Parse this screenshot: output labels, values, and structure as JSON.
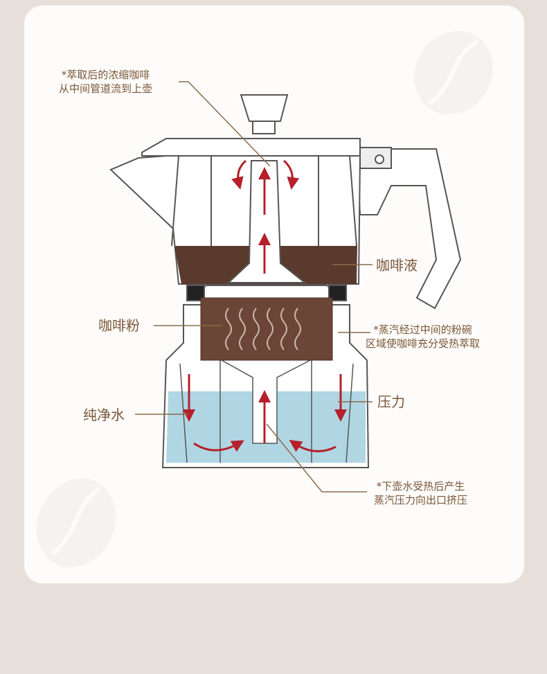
{
  "labels": {
    "top_note_line1": "*萃取后的浓缩咖啡",
    "top_note_line2": "从中间管道流到上壶",
    "coffee_liquid": "咖啡液",
    "coffee_grounds": "咖啡粉",
    "steam_note_line1": "*蒸汽经过中间的粉碗",
    "steam_note_line2": "区域使咖啡充分受热萃取",
    "pure_water": "纯净水",
    "pressure": "压力",
    "bottom_note_line1": "*下壶水受热后产生",
    "bottom_note_line2": "蒸汽压力向出口挤压"
  },
  "colors": {
    "text": "#7b5636",
    "arrow": "#b5202a",
    "coffee": "#5b3a2e",
    "water": "#a8d2e0"
  }
}
